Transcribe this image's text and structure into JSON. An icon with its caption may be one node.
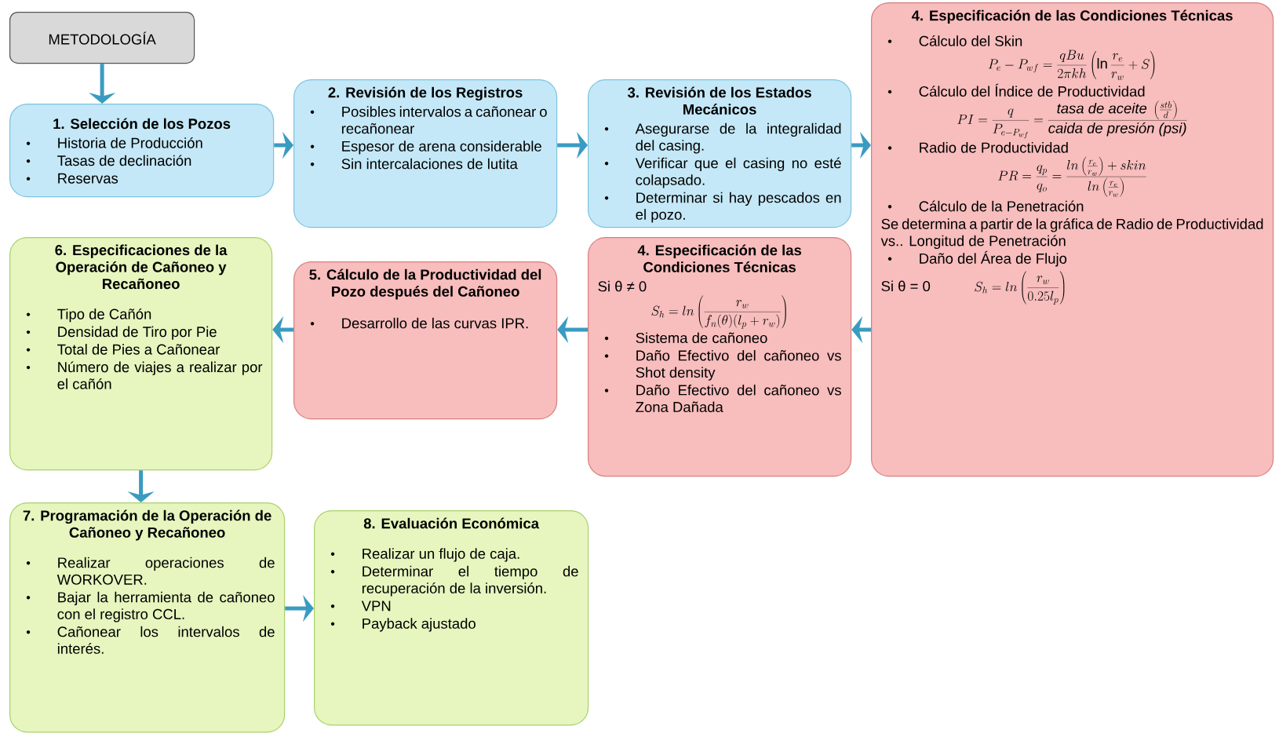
{
  "diagram": {
    "nodes": [
      {
        "text": [
          "METODOLOGÍA"
        ]
      },
      {
        "text": [
          "1. Selección de los Pozos",
          "Historia de Producción",
          "Tasas de declinación",
          "Reservas"
        ]
      },
      {
        "text": [
          "2. Revisión de los Registros",
          "Posibles intervalos a cañonear o recañonear",
          "Espesor de arena considerable",
          "Sin intercalaciones de lutita"
        ]
      },
      {
        "text": [
          "3. Revisión de los Estados Mecánicos",
          "Asegurarse de la integralidad del casing.",
          "Verificar que el casing no esté colapsado.",
          "Determinar si hay pescados en el pozo."
        ]
      },
      {
        "text": [
          "4. Especificación de las Condiciones Técnicas",
          "Cálculo del Skin",
          "P_e - P_{wf} = \\frac{qBu}{2\\pi kh}\\left(\\ln\\frac{r_e}{r_w} + S\\right)",
          "Cálculo del Índice de Productividad",
          "PI = \\frac{q}{P_{e-P_{wf}}} = \\frac{\\textit{tasa de aceite }\\left(\\frac{stb}{d}\\right)}{\\textit{caida de presión (psi)}}",
          "Radio de Productividad",
          "PR = \\frac{q_p}{q_o} = \\frac{ln\\left(\\frac{r_e}{r_w}\\right) + skin}{ln\\left(\\frac{r_e}{r_w}\\right)}",
          "Cálculo de la Penetración",
          "Se determina a partir de la gráfica de Radio de Productividad vs.. Longitud de Penetración",
          "Daño del Área de Flujo",
          "Si θ = 0",
          "S_h = ln\\left(\\frac{r_w}{0.25 l_p}\\right)"
        ]
      },
      {
        "text": [
          "4. Especificación de las Condiciones Técnicas",
          "Si θ ≠ 0",
          "S_h = ln\\left(\\frac{r_w}{f_n(\\theta)(l_p + r_w)}\\right)",
          "Sistema de cañoneo",
          "Daño Efectivo del cañoneo vs Shot density",
          "Daño Efectivo del cañoneo vs Zona Dañada"
        ]
      },
      {
        "text": [
          "5. Cálculo de la Productividad del Pozo después del Cañoneo",
          "Desarrollo de las curvas IPR."
        ]
      },
      {
        "text": [
          "6. Especificaciones de la Operación de Cañoneo y Recañoneo",
          "Tipo de Cañón",
          "Densidad de Tiro por Pie",
          "Total de Pies a Cañonear",
          "Número de viajes a realizar por el cañón"
        ]
      },
      {
        "text": [
          "7. Programación de la Operación de Cañoneo y Recañoneo",
          "Realizar operaciones de WORKOVER.",
          "Bajar la herramienta de cañoneo con el registro CCL.",
          "Cañonear los intervalos de interés."
        ]
      },
      {
        "text": [
          "8. Evaluación Económica",
          "Realizar un flujo de caja.",
          "Determinar el tiempo de recuperación de la inversión.",
          "VPN",
          "Payback ajustado"
        ]
      }
    ],
    "edges": [
      {
        "from": 0,
        "to": 1,
        "arrow": "to"
      },
      {
        "from": 1,
        "to": 2,
        "arrow": "to"
      },
      {
        "from": 2,
        "to": 3,
        "arrow": "to"
      },
      {
        "from": 3,
        "to": 4,
        "arrow": "to"
      },
      {
        "from": 4,
        "to": 5,
        "arrow": "to"
      },
      {
        "from": 5,
        "to": 6,
        "arrow": "to"
      },
      {
        "from": 6,
        "to": 7,
        "arrow": "to"
      },
      {
        "from": 7,
        "to": 8,
        "arrow": "to"
      },
      {
        "from": 8,
        "to": 9,
        "arrow": "to"
      }
    ]
  }
}
